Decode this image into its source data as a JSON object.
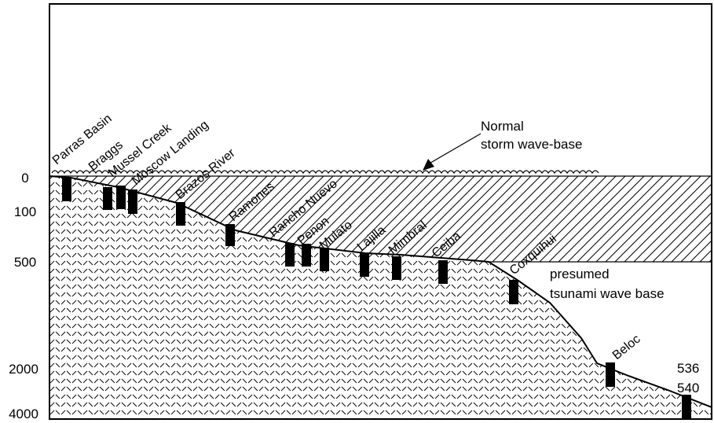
{
  "diagram": {
    "depth_labels": [
      "0",
      "100",
      "500",
      "2000",
      "4000"
    ],
    "sites": [
      "Parras Basin",
      "Braggs",
      "Mussel Creek",
      "Moscow Landing",
      "Brazos River",
      "Ramones",
      "Rancho Nuevo",
      "Penon",
      "Mulato",
      "Lajilla",
      "Mimbral",
      "Ceiba",
      "Coxquihui",
      "Beloc"
    ],
    "site_536_label": "536",
    "site_540_label": "540",
    "storm_note": {
      "line1": "Normal",
      "line2": "storm wave-base"
    },
    "tsunami_note": {
      "line1": "presumed",
      "line2": "tsunami wave base"
    },
    "colors": {
      "ink": "#000000",
      "background": "#ffffff"
    }
  }
}
